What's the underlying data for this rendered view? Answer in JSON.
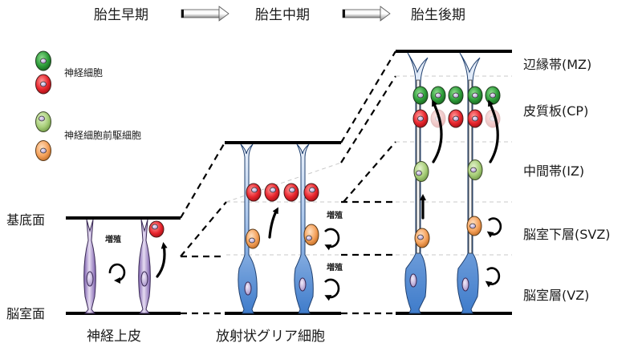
{
  "header": {
    "stages": [
      "胎生早期",
      "胎生中期",
      "胎生後期"
    ],
    "arrow_icon": "right-arrow"
  },
  "legend": {
    "neuron_label": "神経細胞",
    "progenitor_label": "神経細胞前駆細胞",
    "neuron_colors": [
      "#2e9e3a",
      "#e8262e"
    ],
    "progenitor_colors": [
      "#a9cf7a",
      "#f5a25c"
    ]
  },
  "left_labels": {
    "basal": "基底面",
    "ventricular": "脳室面"
  },
  "stage_labels": {
    "early": "神経上皮",
    "mid": "放射状グリア細胞"
  },
  "proliferation_label": "増殖",
  "zones": [
    {
      "name": "辺縁帯(MZ)"
    },
    {
      "name": "皮質板(CP)"
    },
    {
      "name": "中間帯(IZ)"
    },
    {
      "name": "脳室下層(SVZ)"
    },
    {
      "name": "脳室層(VZ)"
    }
  ],
  "colors": {
    "neuroepithelium": "#9b84bf",
    "radial_glia": "#4a86d0",
    "nucleus": "#c9b8e0"
  }
}
